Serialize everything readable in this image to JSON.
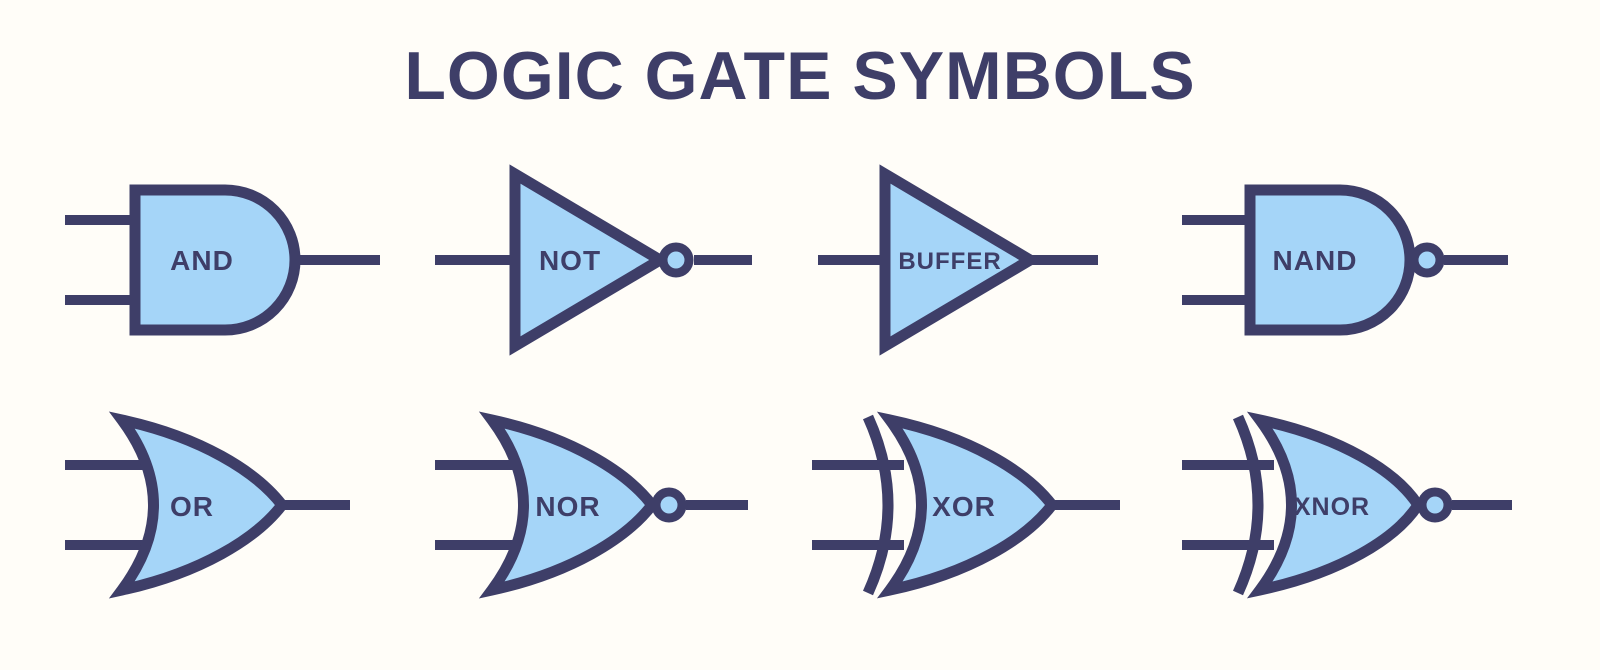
{
  "title": "LOGIC GATE SYMBOLS",
  "colors": {
    "navy": "#3e3e68",
    "blue": "#a5d5f8",
    "bg": "#fffdf8"
  },
  "gates": [
    {
      "label": "AND",
      "inputs": 2,
      "negated_output": false
    },
    {
      "label": "NOT",
      "inputs": 1,
      "negated_output": true
    },
    {
      "label": "BUFFER",
      "inputs": 1,
      "negated_output": false
    },
    {
      "label": "NAND",
      "inputs": 2,
      "negated_output": true
    },
    {
      "label": "OR",
      "inputs": 2,
      "negated_output": false
    },
    {
      "label": "NOR",
      "inputs": 2,
      "negated_output": true
    },
    {
      "label": "XOR",
      "inputs": 2,
      "negated_output": false
    },
    {
      "label": "XNOR",
      "inputs": 2,
      "negated_output": true
    }
  ]
}
